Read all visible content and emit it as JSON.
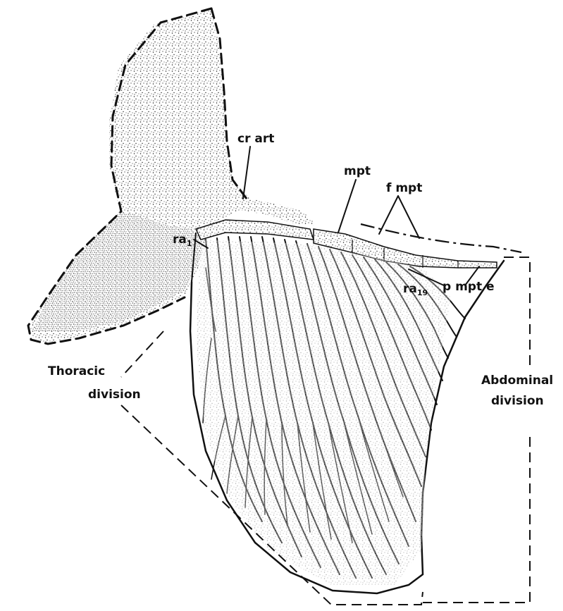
{
  "figure": {
    "labels": {
      "cr_art": "cr art",
      "mpt": "mpt",
      "f_mpt": "f mpt",
      "ra1_base": "ra",
      "ra1_sub": "1",
      "ra19_base": "ra",
      "ra19_sub": "19",
      "p_mpt_e": "p mpt e",
      "thoracic_line1": "Thoracic",
      "thoracic_line2": "division",
      "abdominal_line1": "Abdominal",
      "abdominal_line2": "division"
    }
  },
  "colors": {
    "ink": "#111111",
    "stipple": "#333333",
    "background": "#ffffff"
  }
}
